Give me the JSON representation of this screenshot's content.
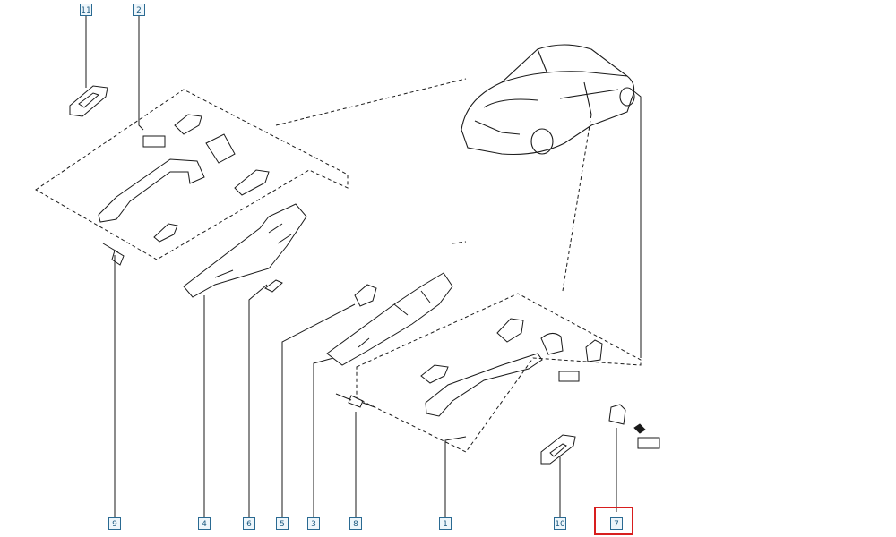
{
  "callouts": {
    "c11": "11",
    "c2": "2",
    "c9": "9",
    "c4": "4",
    "c6": "6",
    "c5": "5",
    "c3": "3",
    "c8": "8",
    "c1": "1",
    "c10": "10",
    "c7": "7"
  },
  "highlight": {
    "part": "7",
    "color": "#d81e1e"
  },
  "colors": {
    "line": "#1a1a1a",
    "label_border": "#2a6a92",
    "label_fill": "#eef6fb"
  }
}
